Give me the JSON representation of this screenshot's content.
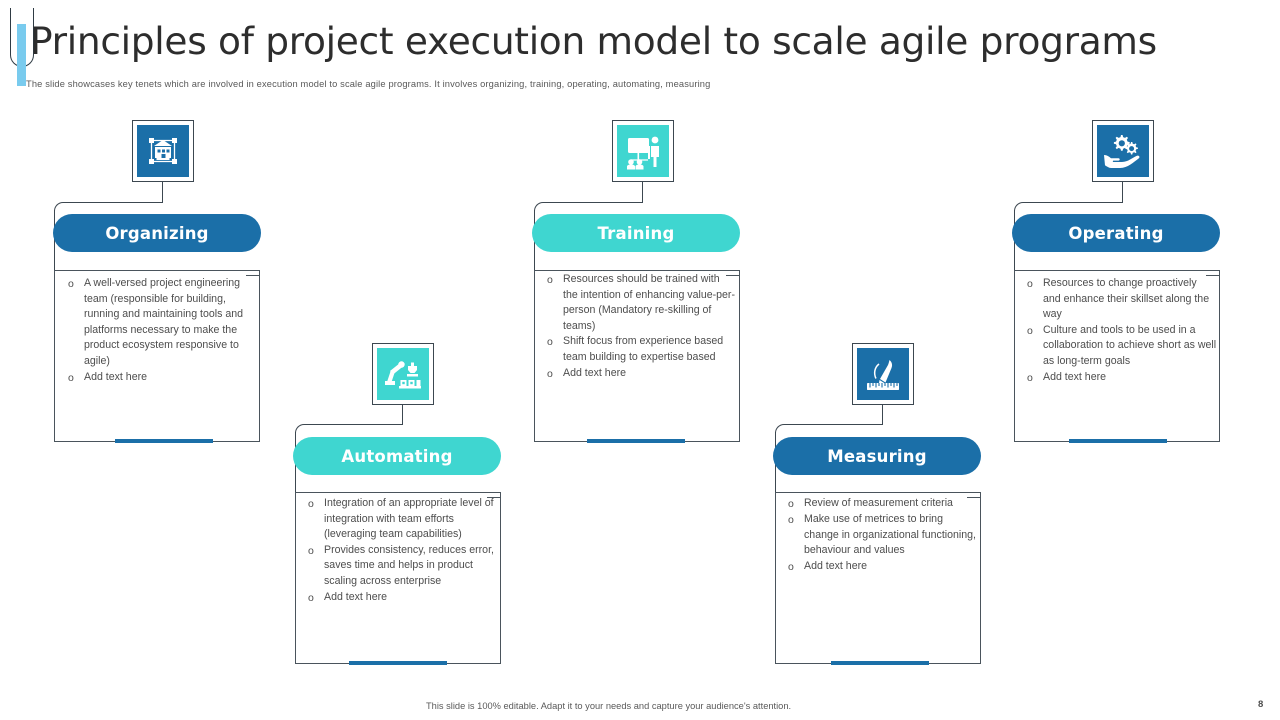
{
  "header": {
    "title": "Principles of project execution model to scale agile programs",
    "subtitle": "The slide showcases key tenets which are involved in execution model to scale agile programs. It involves organizing, training, operating, automating, measuring"
  },
  "theme": {
    "blue": "#1b6fa8",
    "teal": "#3fd6d0",
    "accent_bar": "#79cbee",
    "outline": "#4a545c",
    "body_text": "#4d4d4d"
  },
  "nodes": [
    {
      "id": "organizing",
      "label": "Organizing",
      "color": "blue",
      "icon": "organization-network-icon",
      "bullets": [
        "A well-versed  project engineering\nteam  (responsible  for building, running and maintaining tools and platforms  necessary to make the product  ecosystem responsive  to agile)",
        "Add text here"
      ]
    },
    {
      "id": "automating",
      "label": "Automating",
      "color": "teal",
      "icon": "robot-arm-icon",
      "bullets": [
        "Integration  of an appropriate level  of integration  with team efforts (leveraging  team capabilities)",
        "Provides  consistency, reduces  error, saves  time and helps in product  scaling across  enterprise",
        "Add text here"
      ]
    },
    {
      "id": "training",
      "label": "Training",
      "color": "teal",
      "icon": "presentation-training-icon",
      "bullets": [
        "Resources  should  be trained with the intention  of enhancing  value-per-person (Mandatory re-skilling of teams)",
        "Shift focus from  experience based team building to expertise based",
        "Add text here"
      ]
    },
    {
      "id": "measuring",
      "label": "Measuring",
      "color": "blue",
      "icon": "pen-ruler-measure-icon",
      "bullets": [
        "Review  of measurement criteria",
        "Make use of metrices to bring change in organizational  functioning, behaviour  and values",
        "Add text here"
      ]
    },
    {
      "id": "operating",
      "label": "Operating",
      "color": "blue",
      "icon": "hand-gears-icon",
      "bullets": [
        "Resources  to change proactively  and enhance their skillset along the way",
        "Culture  and tools to be used in a collaboration  to achieve short as well as long-term goals",
        "Add text here"
      ]
    }
  ],
  "footer": {
    "note": "This slide is 100% editable. Adapt it to your needs and capture your audience's attention.",
    "page_number": "8"
  }
}
